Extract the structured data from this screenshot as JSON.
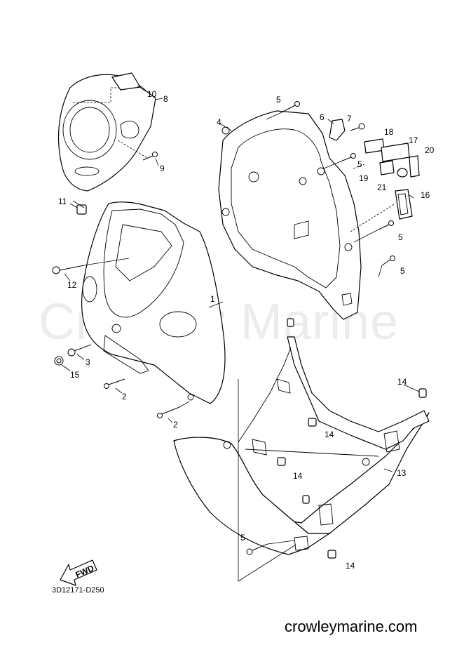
{
  "watermark": "Crowley Marine",
  "figure_code": "3D12171-D250",
  "website": "crowleymarine.com",
  "fwd_label": "FWD",
  "callouts": [
    {
      "id": "c10",
      "label": "10"
    },
    {
      "id": "c8",
      "label": "8"
    },
    {
      "id": "c9",
      "label": "9"
    },
    {
      "id": "c11",
      "label": "11"
    },
    {
      "id": "c12",
      "label": "12"
    },
    {
      "id": "c3",
      "label": "3"
    },
    {
      "id": "c15",
      "label": "15"
    },
    {
      "id": "c2a",
      "label": "2"
    },
    {
      "id": "c2b",
      "label": "2"
    },
    {
      "id": "c1",
      "label": "1"
    },
    {
      "id": "c4",
      "label": "4"
    },
    {
      "id": "c5a",
      "label": "5"
    },
    {
      "id": "c6",
      "label": "6"
    },
    {
      "id": "c7",
      "label": "7"
    },
    {
      "id": "c18",
      "label": "18"
    },
    {
      "id": "c17",
      "label": "17"
    },
    {
      "id": "c20",
      "label": "20"
    },
    {
      "id": "c5b",
      "label": "5"
    },
    {
      "id": "c19",
      "label": "19"
    },
    {
      "id": "c21",
      "label": "21"
    },
    {
      "id": "c16",
      "label": "16"
    },
    {
      "id": "c5c",
      "label": "5"
    },
    {
      "id": "c5d",
      "label": "5"
    },
    {
      "id": "c14a",
      "label": "14"
    },
    {
      "id": "c14b",
      "label": "14"
    },
    {
      "id": "c14c",
      "label": "14"
    },
    {
      "id": "c13",
      "label": "13"
    },
    {
      "id": "c5e",
      "label": "5"
    },
    {
      "id": "c14d",
      "label": "14"
    }
  ]
}
